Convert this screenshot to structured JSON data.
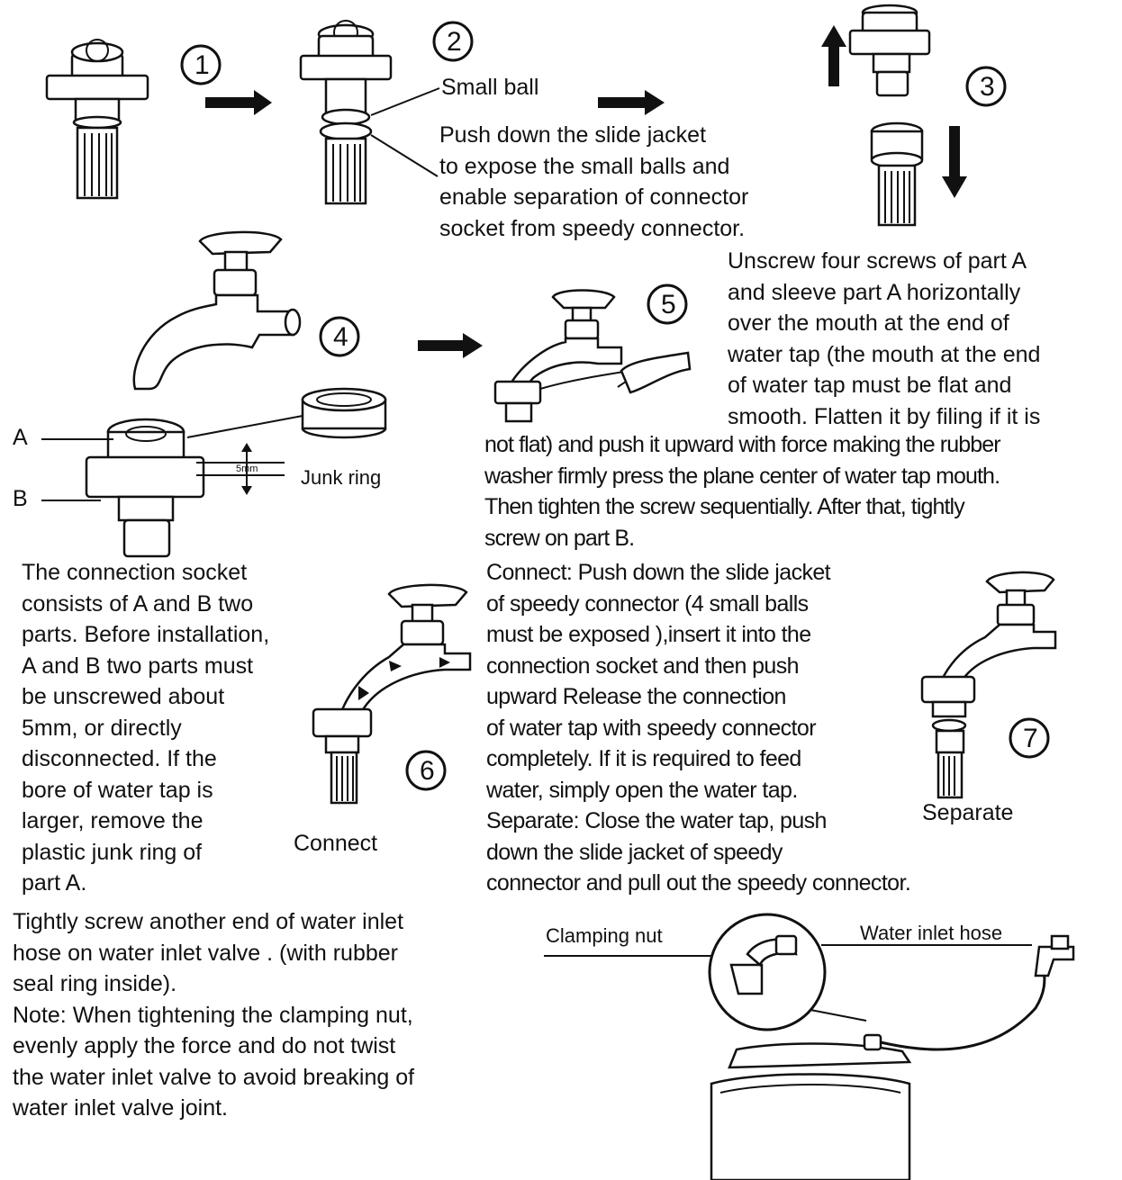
{
  "steps": {
    "step1": "1",
    "step2": "2",
    "step3": "3",
    "step4": "4",
    "step5": "5",
    "step6": "6",
    "step7": "7"
  },
  "labels": {
    "small_ball": "Small ball",
    "part_a": "A",
    "part_b": "B",
    "gap": "5mm",
    "junk_ring": "Junk ring",
    "connect": "Connect",
    "separate": "Separate",
    "clamping_nut": "Clamping nut",
    "water_inlet_hose": "Water inlet hose"
  },
  "text": {
    "slide_jacket": "Push down the slide jacket\nto expose the small balls and\nenable separation of connector\nsocket from speedy connector.",
    "unscrew_top": "Unscrew four screws of part A\nand sleeve part A horizontally\nover the mouth at the end of\nwater tap (the mouth at the end\nof water tap must be flat and\nsmooth. Flatten it by filing if it is",
    "unscrew_bottom": "not flat) and push it upward with force making the rubber\nwasher firmly press the plane center of water tap mouth.\nThen tighten the screw sequentially. After that, tightly\nscrew on part B.",
    "connection_socket": "The connection socket\nconsists of A and B two\nparts. Before installation,\nA and B two parts must\nbe unscrewed about\n5mm, or directly\ndisconnected. If the\nbore of water tap is\nlarger,  remove the\nplastic junk ring of\npart A.",
    "connect_instructions": "Connect: Push down the slide jacket\nof speedy connector (4 small balls\nmust be exposed ),insert it into the\nconnection socket and then push\nupward  Release the connection\nof water tap with speedy connector\ncompletely. If it is required to feed\nwater, simply open the water tap.\nSeparate: Close the water tap, push\ndown the slide jacket of speedy\nconnector and pull out the speedy connector.",
    "tighten": "Tightly screw another end of water inlet\nhose on water inlet valve .  (with rubber\nseal ring inside).\nNote: When tightening the clamping nut,\nevenly apply the force and do not twist\nthe water inlet valve to avoid breaking of\nwater inlet valve joint."
  }
}
